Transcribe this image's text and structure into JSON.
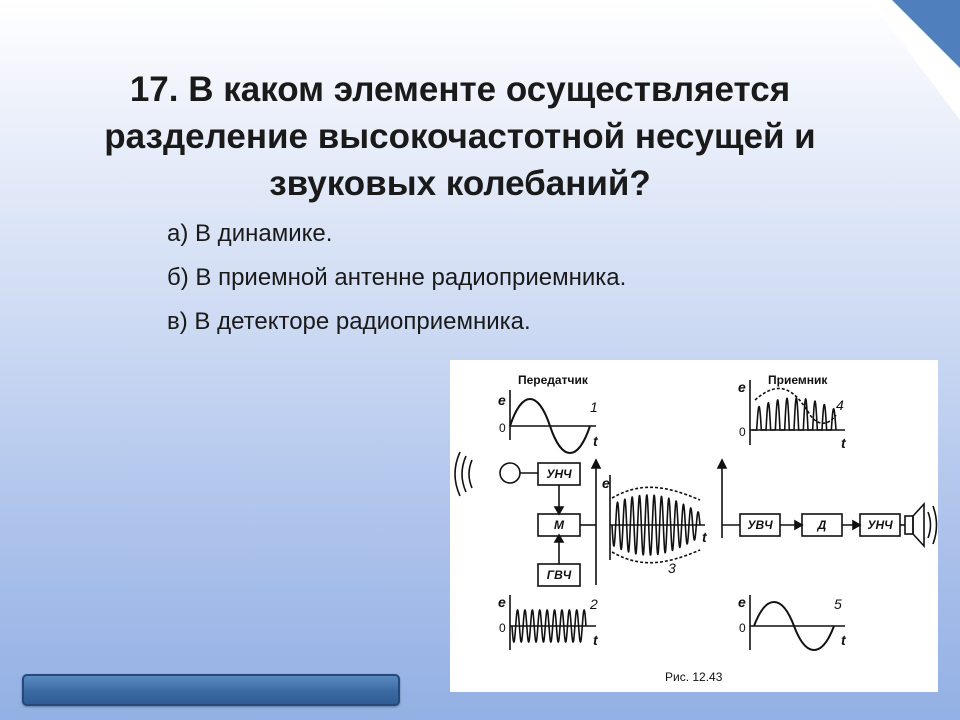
{
  "slide": {
    "question": "17. В каком элементе осуществляется разделение высокочастотной несущей и звуковых колебаний?",
    "answers": [
      "а) В динамике.",
      "б) В приемной антенне радиоприемника.",
      "в) В детекторе радиоприемника."
    ],
    "colors": {
      "accent": "#4f7fbd",
      "nav_button": "#3b6aa3"
    }
  },
  "figure": {
    "transmitter_label": "Передатчик",
    "receiver_label": "Приемник",
    "caption": "Рис. 12.43",
    "axis_e": "e",
    "axis_t": "t",
    "axis_zero": "0",
    "blocks": {
      "unch": "УНЧ",
      "m": "М",
      "gvch": "ГВЧ",
      "uvch": "УВЧ",
      "d": "Д",
      "unch2": "УНЧ"
    },
    "graph_numbers": {
      "g1": "1",
      "g2": "2",
      "g3": "3",
      "g4": "4",
      "g5": "5"
    }
  }
}
